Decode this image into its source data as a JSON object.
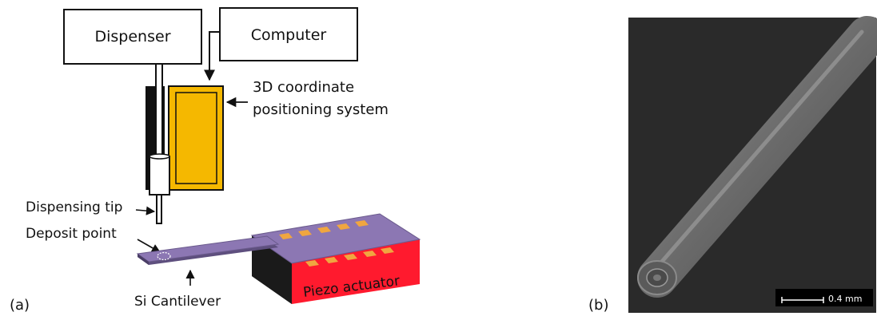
{
  "panel_a": {
    "label": "(a)",
    "dispenser_label": "Dispenser",
    "computer_label": "Computer",
    "positioning_label_line1": "3D coordinate",
    "positioning_label_line2": "positioning system",
    "dispensing_tip_label": "Dispensing tip",
    "deposit_point_label": "Deposit point",
    "cantilever_label": "Si Cantilever",
    "piezo_label": "Piezo actuator"
  },
  "panel_b": {
    "label": "(b)",
    "scale_bar_label": "0.4 mm"
  },
  "colors": {
    "positioner_fill": "#f5b800",
    "piezo_red": "#ff1a2e",
    "cantilever_purple": "#8c77b3",
    "pad_orange": "#f0a640",
    "micrograph_bg": "#2a2a2a"
  }
}
